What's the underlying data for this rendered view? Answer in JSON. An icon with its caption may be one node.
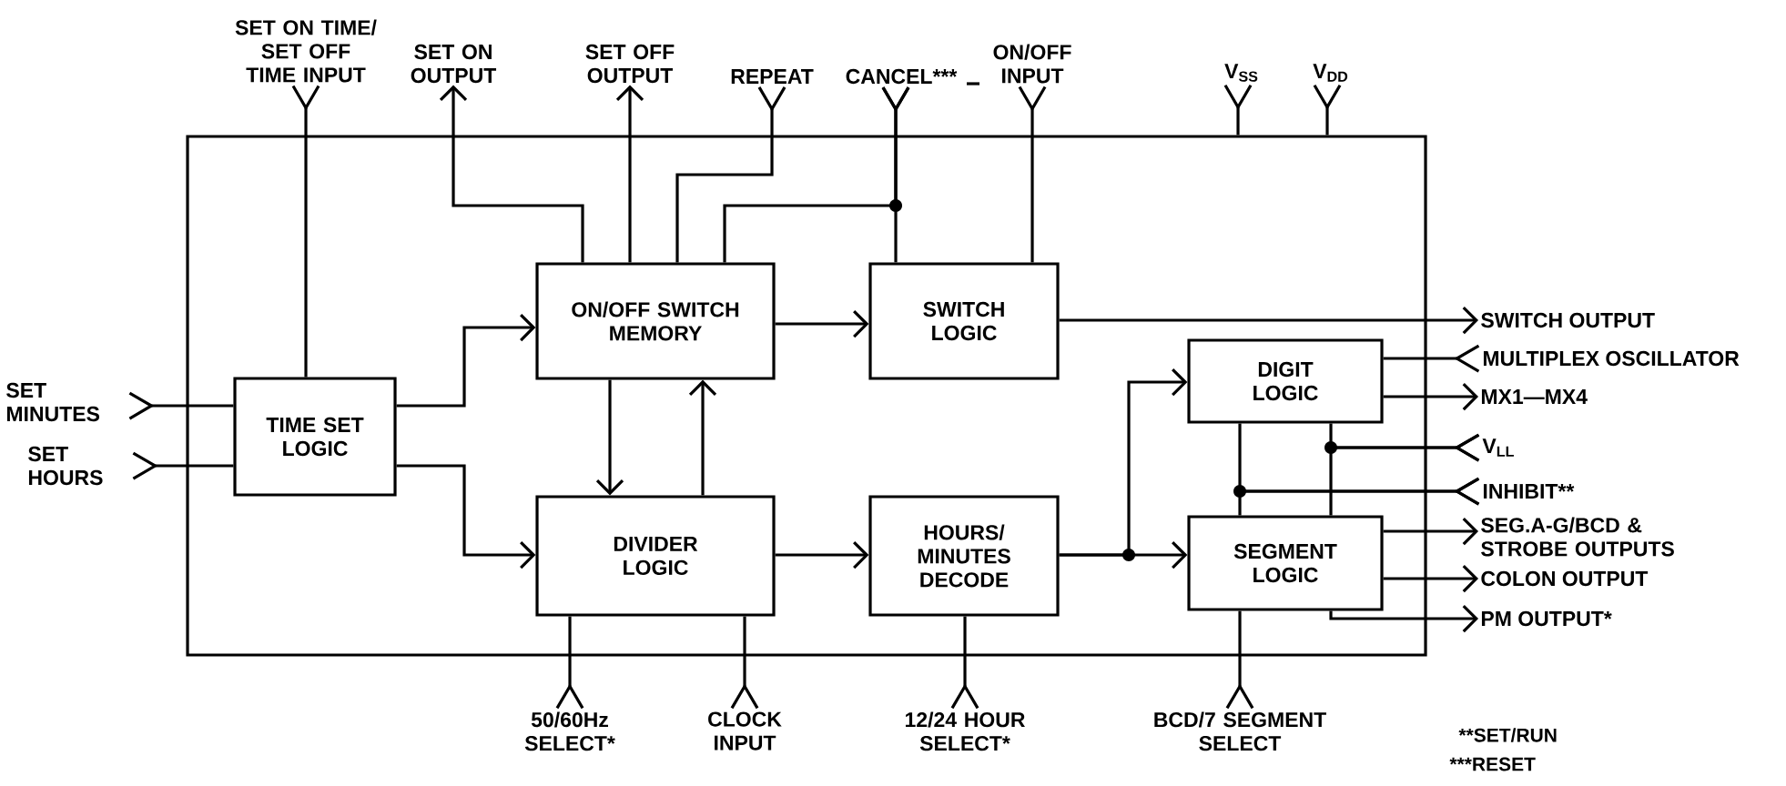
{
  "diagram": {
    "nodes": [
      {
        "text": [],
        "shape": "box"
      },
      {
        "text": [
          "SET ON TIME/ SET OFF TIME INPUT"
        ]
      },
      {
        "text": [
          "SET ON OUTPUT"
        ]
      },
      {
        "text": [
          "SET OFF OUTPUT"
        ]
      },
      {
        "text": [
          "REPEAT"
        ]
      },
      {
        "text": [
          "CANCEL***"
        ]
      },
      {
        "text": [
          "ON/OFF INPUT"
        ]
      },
      {
        "text": [
          "V$_{SS}$"
        ]
      },
      {
        "text": [
          "V$_{DD}$"
        ]
      },
      {
        "text": [
          "SET MINUTES"
        ]
      },
      {
        "text": [
          "SET HOURS"
        ]
      },
      {
        "text": [
          "TIME SET LOGIC"
        ],
        "in": 0
      },
      {
        "text": [
          "ON/OFF SWITCH MEMORY"
        ],
        "in": 0
      },
      {
        "text": [
          "SWITCH LOGIC"
        ],
        "in": 0
      },
      {
        "text": [
          "DIVIDER LOGIC"
        ],
        "in": 0
      },
      {
        "text": [
          "HOURS/ MINUTES DECODE"
        ],
        "in": 0
      },
      {
        "text": [
          "DIGIT LOGIC"
        ],
        "in": 0
      },
      {
        "text": [
          "SEGMENT LOGIC"
        ],
        "in": 0
      },
      {
        "text": [
          "SWITCH OUTPUT"
        ]
      },
      {
        "text": [
          "MULTIPLEX OSCILLATOR"
        ]
      },
      {
        "text": [
          "MX1—MX4"
        ]
      },
      {
        "text": [
          "V$_{LL}$"
        ]
      },
      {
        "text": [
          "INHIBIT**"
        ]
      },
      {
        "text": [
          "SEG.A-G/BCD & STROBE OUTPUTS"
        ]
      },
      {
        "text": [
          "COLON OUTPUT"
        ]
      },
      {
        "text": [
          "PM OUTPUT*"
        ]
      },
      {
        "text": [
          "50/60Hz SELECT*"
        ]
      },
      {
        "text": [
          "CLOCK INPUT"
        ]
      },
      {
        "text": [
          "12/24 HOUR SELECT*"
        ]
      },
      {
        "text": [
          "BCD/7 SEGMENT SELECT"
        ]
      }
    ],
    "edges": [
      {
        "from": 11,
        "to": 1,
        "arrow": "other"
      },
      {
        "from": 12,
        "to": 2,
        "arrow": "to"
      },
      {
        "from": 12,
        "to": 3,
        "arrow": "to"
      },
      {
        "from": 12,
        "to": 4,
        "arrow": "other"
      },
      {
        "from": 13,
        "to": 5,
        "arrow": "other"
      },
      {
        "from": 12,
        "to": 5,
        "arrow": "other"
      },
      {
        "from": 13,
        "to": 6,
        "arrow": "other"
      },
      {
        "from": 0,
        "to": 7,
        "arrow": "other"
      },
      {
        "from": 0,
        "to": 8,
        "arrow": "other"
      },
      {
        "from": 11,
        "to": 9,
        "arrow": "other"
      },
      {
        "from": 11,
        "to": 10,
        "arrow": "other"
      },
      {
        "from": 11,
        "to": 12,
        "arrow": "to"
      },
      {
        "from": 11,
        "to": 14,
        "arrow": "to"
      },
      {
        "from": 12,
        "to": 14,
        "arrow": "to"
      },
      {
        "from": 14,
        "to": 12,
        "arrow": "to"
      },
      {
        "from": 12,
        "to": 13,
        "arrow": "to"
      },
      {
        "from": 14,
        "to": 15,
        "arrow": "to"
      },
      {
        "from": 15,
        "to": 16,
        "arrow": "to"
      },
      {
        "from": 15,
        "to": 17,
        "arrow": "to"
      },
      {
        "from": 13,
        "to": 18,
        "arrow": "to"
      },
      {
        "from": 16,
        "to": 19,
        "arrow": "other"
      },
      {
        "from": 16,
        "to": 20,
        "arrow": "to"
      },
      {
        "from": 16,
        "to": 21,
        "arrow": "other"
      },
      {
        "from": 17,
        "to": 21,
        "arrow": "other"
      },
      {
        "from": 16,
        "to": 22,
        "arrow": "other"
      },
      {
        "from": 17,
        "to": 22,
        "arrow": "other"
      },
      {
        "from": 17,
        "to": 23,
        "arrow": "to"
      },
      {
        "from": 17,
        "to": 24,
        "arrow": "to"
      },
      {
        "from": 17,
        "to": 25,
        "arrow": "to"
      },
      {
        "from": 14,
        "to": 26,
        "arrow": "other"
      },
      {
        "from": 14,
        "to": 27,
        "arrow": "other"
      },
      {
        "from": 15,
        "to": 28,
        "arrow": "other"
      },
      {
        "from": 17,
        "to": 29,
        "arrow": "other"
      }
    ],
    "labels": [
      "**SET/RUN",
      "***RESET"
    ]
  }
}
